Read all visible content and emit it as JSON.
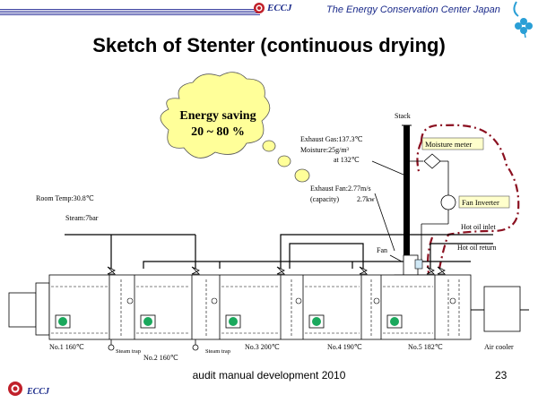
{
  "header": {
    "eccj": "ECCJ",
    "org_name": "The Energy Conservation Center Japan"
  },
  "title": "Sketch of Stenter (continuous drying)",
  "cloud": {
    "line1": "Energy saving",
    "line2": "20 ~ 80 %"
  },
  "labels": {
    "stack": "Stack",
    "exhaust_gas": "Exhaust Gas:137.3℃",
    "moisture": "Moisture:25g/m³",
    "at_temp": "at 132℃",
    "exhaust_fan": "Exhaust Fan:2.77m/s",
    "capacity": "(capacity)",
    "capacity_value": "2.7kw",
    "moisture_meter": "Moisture meter",
    "fan_inverter": "Fan Inverter",
    "room_temp": "Room Temp:30.8℃",
    "steam": "Steam:7bar",
    "hot_oil_inlet": "Hot oil inlet",
    "hot_oil_return": "Hot oil return",
    "fan": "Fan",
    "steam_trap_1": "Steam trap",
    "steam_trap_2": "Steam trap",
    "no1": "No.1 160℃",
    "no2": "No.2 160℃",
    "no3": "No.3 200℃",
    "no4": "No.4 190℃",
    "no5": "No.5 182℃",
    "air_cooler": "Air cooler"
  },
  "footer": {
    "text": "audit manual development 2010",
    "page": "23",
    "eccj": "ECCJ"
  },
  "colors": {
    "brand_blue": "#1a2a8a",
    "cloud_fill": "#ffff99",
    "highlight_fill": "#ffffcc",
    "dash_red": "#8b1020",
    "burner_green": "#1aa85c",
    "fan_green": "#99cc33",
    "logo_red": "#c0202a",
    "clover_blue": "#2a9fd6"
  }
}
